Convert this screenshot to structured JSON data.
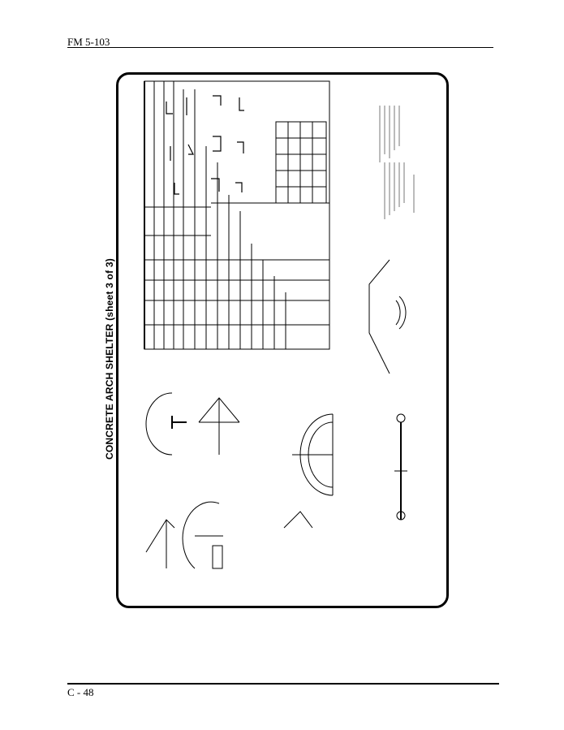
{
  "header": {
    "doc_id": "FM 5-103"
  },
  "figure": {
    "title": "CONCRETE ARCH SHELTER (sheet 3 of 3)"
  },
  "footer": {
    "page_number": "C - 48"
  }
}
